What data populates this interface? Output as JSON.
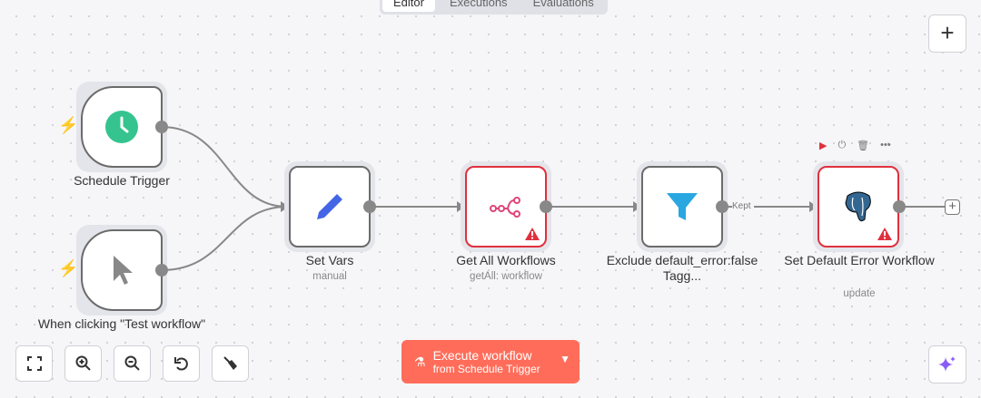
{
  "tabs": [
    "Editor",
    "Executions",
    "Evaluations"
  ],
  "nodes": {
    "schedule": {
      "label": "Schedule Trigger"
    },
    "manual": {
      "label": "When clicking \"Test workflow\""
    },
    "setvars": {
      "label": "Set Vars",
      "sub": "manual"
    },
    "getall": {
      "label": "Get All Workflows",
      "sub": "getAll: workflow"
    },
    "exclude": {
      "label": "Exclude default_error:false Tagg...",
      "sub": ""
    },
    "setdefault": {
      "label": "Set Default Error Workflow",
      "sub": "update"
    }
  },
  "edge_label": "Kept",
  "execute": {
    "title": "Execute workflow",
    "sub": "from Schedule Trigger"
  },
  "colors": {
    "accent": "#ff6d5a",
    "error": "#e0303e",
    "green": "#35c48f",
    "blue": "#4466e6"
  }
}
